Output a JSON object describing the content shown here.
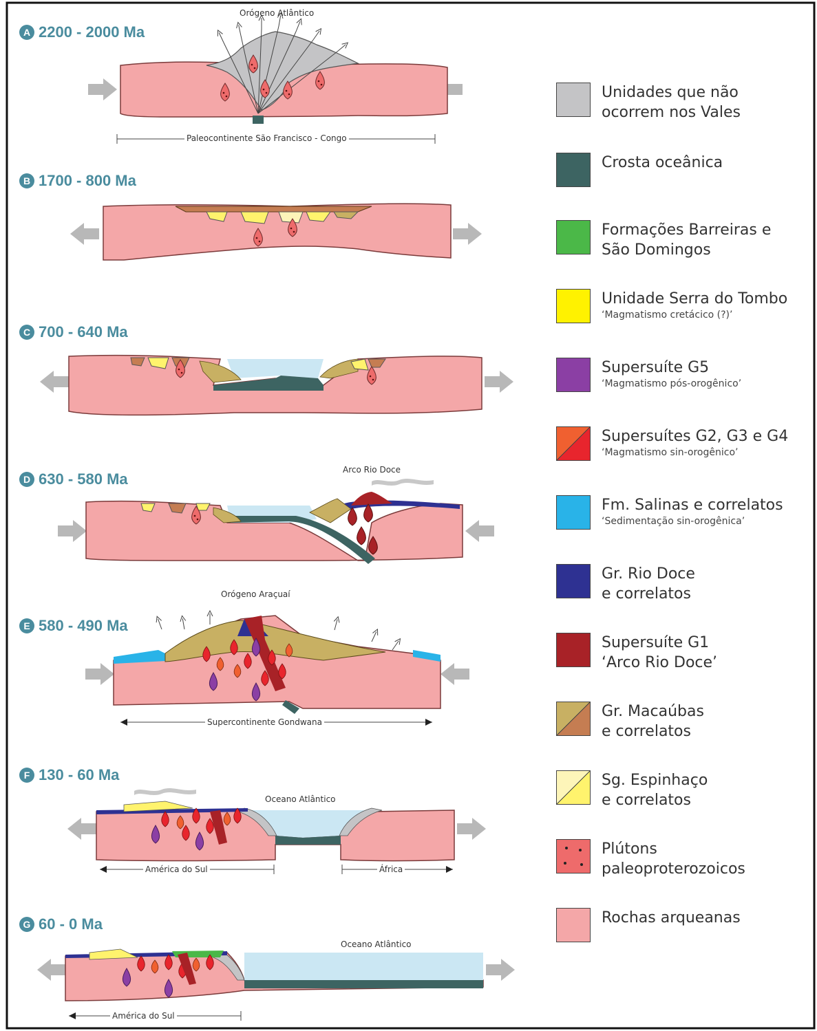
{
  "stages": [
    {
      "letter": "A",
      "range": "2200 - 2000 Ma",
      "annotations": [
        {
          "text": "Orógeno Atlântico"
        },
        {
          "text": "Paleocontinente São Francisco - Congo"
        }
      ]
    },
    {
      "letter": "B",
      "range": "1700 - 800 Ma",
      "annotations": []
    },
    {
      "letter": "C",
      "range": "700 - 640 Ma",
      "annotations": []
    },
    {
      "letter": "D",
      "range": "630 - 580 Ma",
      "annotations": [
        {
          "text": "Arco Rio Doce"
        }
      ]
    },
    {
      "letter": "E",
      "range": "580 - 490 Ma",
      "annotations": [
        {
          "text": "Orógeno Araçuaí"
        },
        {
          "text": "Supercontinente Gondwana"
        }
      ]
    },
    {
      "letter": "F",
      "range": "130 - 60 Ma",
      "annotations": [
        {
          "text": "Oceano Atlântico"
        },
        {
          "text": "América do Sul"
        },
        {
          "text": "África"
        }
      ]
    },
    {
      "letter": "G",
      "range": "60 - 0 Ma",
      "annotations": [
        {
          "text": "Oceano Atlântico"
        },
        {
          "text": "América do Sul"
        }
      ]
    }
  ],
  "legend": [
    {
      "title": "Unidades que não ocorrem nos Vales",
      "lines": [
        "Unidades que não",
        "ocorrem nos Vales"
      ],
      "subtitle": "",
      "color": "#c4c4c6"
    },
    {
      "title": "Crosta oceânica",
      "lines": [
        "Crosta oceânica"
      ],
      "subtitle": "",
      "color": "#3d6462"
    },
    {
      "title": "Formações Barreiras e São Domingos",
      "lines": [
        "Formações Barreiras e",
        "São Domingos"
      ],
      "subtitle": "",
      "color": "#4bb848"
    },
    {
      "title": "Unidade Serra do Tombo",
      "lines": [
        "Unidade Serra do Tombo"
      ],
      "subtitle": "‘Magmatismo cretácico (?)’",
      "color": "#fff200"
    },
    {
      "title": "Supersuíte G5",
      "lines": [
        "Supersuíte G5"
      ],
      "subtitle": "‘Magmatismo pós-orogênico’",
      "color": "#8b3fa4"
    },
    {
      "title": "Supersuítes G2, G3 e G4",
      "lines": [
        "Supersuítes G2, G3 e G4"
      ],
      "subtitle": "‘Magmatismo sin-orogênico’",
      "color": "#f06030",
      "color2": "#e8252d"
    },
    {
      "title": "Fm. Salinas e correlatos",
      "lines": [
        "Fm. Salinas e correlatos"
      ],
      "subtitle": "‘Sedimentação sin-orogênica’",
      "color": "#29b3e8"
    },
    {
      "title": "Gr. Rio Doce e correlatos",
      "lines": [
        "Gr. Rio Doce",
        "e correlatos"
      ],
      "subtitle": "",
      "color": "#2e3192"
    },
    {
      "title": "Supersuíte G1 ‘Arco Rio Doce’",
      "lines": [
        "Supersuíte G1",
        "‘Arco Rio Doce’"
      ],
      "subtitle": "",
      "color": "#a82227"
    },
    {
      "title": "Gr. Macaúbas e correlatos",
      "lines": [
        "Gr. Macaúbas",
        "e correlatos"
      ],
      "subtitle": "",
      "color": "#c8b063",
      "color2": "#c57d52"
    },
    {
      "title": "Sg. Espinhaço e correlatos",
      "lines": [
        "Sg. Espinhaço",
        "e correlatos"
      ],
      "subtitle": "",
      "color": "#fdf5b9",
      "color2": "#fff36d"
    },
    {
      "title": "Plútons paleoproterozoicos",
      "lines": [
        "Plútons",
        "paleoproterozoicos"
      ],
      "subtitle": "",
      "color": "#ee6b6b"
    },
    {
      "title": "Rochas arqueanas",
      "lines": [
        "Rochas arqueanas"
      ],
      "subtitle": "",
      "color": "#f4a7a8"
    }
  ]
}
